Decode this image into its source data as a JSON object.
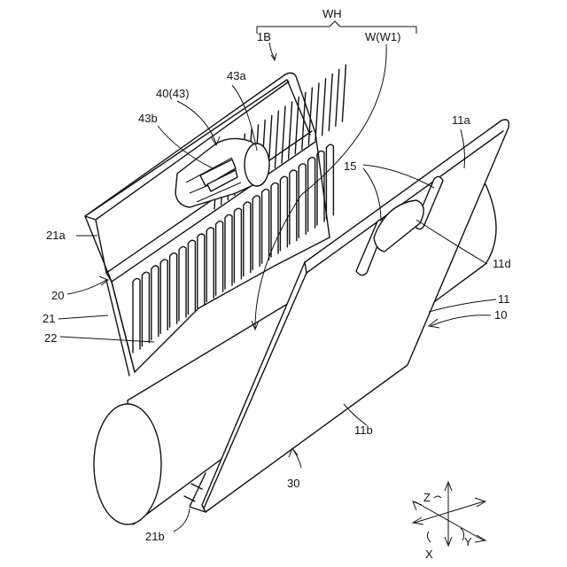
{
  "labels": {
    "wh": "WH",
    "1b": "1B",
    "w_w1": "W(W1)",
    "43a": "43a",
    "40_43": "40(43)",
    "43b": "43b",
    "11a": "11a",
    "15": "15",
    "21a": "21a",
    "11d": "11d",
    "20": "20",
    "11": "11",
    "10": "10",
    "21": "21",
    "22": "22",
    "11b": "11b",
    "30": "30",
    "21b": "21b"
  },
  "axes": {
    "z": "Z",
    "x": "X",
    "y": "Y"
  }
}
